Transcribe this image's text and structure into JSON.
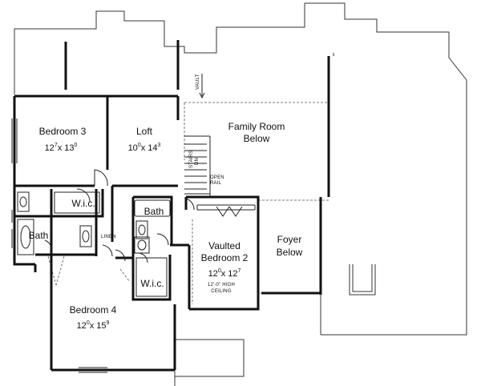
{
  "rooms": {
    "bedroom3": {
      "name": "Bedroom 3",
      "dim_a": "12",
      "dim_a_sup": "7",
      "dim_b": "13",
      "dim_b_sup": "0"
    },
    "loft": {
      "name": "Loft",
      "dim_a": "10",
      "dim_a_sup": "0",
      "dim_b": "14",
      "dim_b_sup": "3"
    },
    "family_room": {
      "name": "Family Room",
      "sub": "Below"
    },
    "bath_left": {
      "name": "Bath"
    },
    "bath_center": {
      "name": "Bath"
    },
    "wic_top": {
      "name": "W.i.c."
    },
    "wic_bottom": {
      "name": "W.i.c."
    },
    "vaulted_bedroom2": {
      "name_1": "Vaulted",
      "name_2": "Bedroom 2",
      "dim_a": "12",
      "dim_a_sup": "0",
      "dim_b": "12",
      "dim_b_sup": "7",
      "note_1": "12'-0\" HIGH",
      "note_2": "CEILING"
    },
    "foyer": {
      "name": "Foyer",
      "sub": "Below"
    },
    "bedroom4": {
      "name": "Bedroom 4",
      "dim_a": "12",
      "dim_a_sup": "0",
      "dim_b": "15",
      "dim_b_sup": "9"
    }
  },
  "annotations": {
    "vault": "VAULT",
    "stairs_1": "STAIRS",
    "stairs_2": "DN.",
    "open_rail_1": "OPEN",
    "open_rail_2": "RAIL",
    "linen": "LINEN"
  }
}
